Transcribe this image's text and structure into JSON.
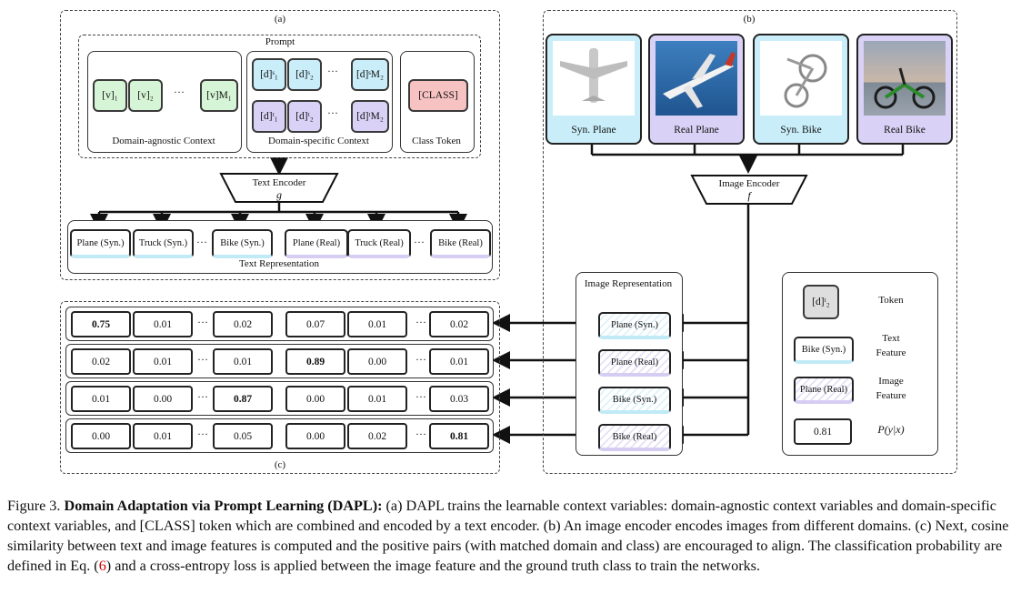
{
  "panel_a": {
    "label": "(a)",
    "prompt_title": "Prompt",
    "agnostic_tokens": [
      "[v]₁",
      "[v]₂",
      "[v]M₁"
    ],
    "agnostic_caption": "Domain-agnostic Context",
    "specific_tokens_syn": [
      "[d]ˢ₁",
      "[d]ˢ₂",
      "[d]ˢM₂"
    ],
    "specific_tokens_real": [
      "[d]ᵗ₁",
      "[d]ᵗ₂",
      "[d]ᵗM₂"
    ],
    "specific_caption": "Domain-specific Context",
    "class_token": "[CLASS]",
    "class_caption": "Class Token",
    "encoder_label": "Text Encoder",
    "encoder_symbol": "g",
    "text_features": [
      "Plane (Syn.)",
      "Truck (Syn.)",
      "Bike (Syn.)",
      "Plane (Real)",
      "Truck (Real)",
      "Bike (Real)"
    ],
    "text_rep_caption": "Text Representation",
    "ellipsis": "···"
  },
  "panel_b": {
    "label": "(b)",
    "images": [
      {
        "caption": "Syn. Plane",
        "domain": "syn"
      },
      {
        "caption": "Real Plane",
        "domain": "real"
      },
      {
        "caption": "Syn. Bike",
        "domain": "syn"
      },
      {
        "caption": "Real Bike",
        "domain": "real"
      }
    ],
    "encoder_label": "Image Encoder",
    "encoder_symbol": "f",
    "image_rep_title": "Image Representation",
    "image_features": [
      "Plane (Syn.)",
      "Plane (Real)",
      "Bike (Syn.)",
      "Bike (Real)"
    ]
  },
  "panel_c": {
    "label": "(c)",
    "rows": [
      [
        "0.75",
        "0.01",
        "0.02",
        "0.07",
        "0.01",
        "0.02"
      ],
      [
        "0.02",
        "0.01",
        "0.01",
        "0.89",
        "0.00",
        "0.01"
      ],
      [
        "0.01",
        "0.00",
        "0.87",
        "0.00",
        "0.01",
        "0.03"
      ],
      [
        "0.00",
        "0.01",
        "0.05",
        "0.00",
        "0.02",
        "0.81"
      ]
    ],
    "bold": [
      [
        0,
        0
      ],
      [
        1,
        3
      ],
      [
        2,
        2
      ],
      [
        3,
        5
      ]
    ]
  },
  "legend": {
    "token_sample": "[d]ᵗ₂",
    "token_label": "Token",
    "text_sample": "Bike (Syn.)",
    "text_label_1": "Text",
    "text_label_2": "Feature",
    "image_sample": "Plane (Real)",
    "image_label_1": "Image",
    "image_label_2": "Feature",
    "prob_sample": "0.81",
    "prob_label": "P(y|x)"
  },
  "caption": {
    "prefix": "Figure 3. ",
    "bold": "Domain Adaptation via Prompt Learning (DAPL):",
    "part1": " (a) DAPL trains the learnable context variables: domain-agnostic context variables and domain-specific context variables, and [CLASS] token which are combined and encoded by a text encoder. (b) An image encoder encodes images from different domains. (c) Next, cosine similarity between text and image features is computed and the positive pairs (with matched domain and class) are encouraged to align. The classification probability are defined in Eq. (",
    "ref": "6",
    "part2": ") and a cross-entropy loss is applied between the image feature and the ground truth class to train the networks."
  },
  "colors": {
    "syn": "#c9eef9",
    "real": "#d9d2f6",
    "agnostic": "#d6f5d6",
    "class": "#f7c2c2"
  }
}
